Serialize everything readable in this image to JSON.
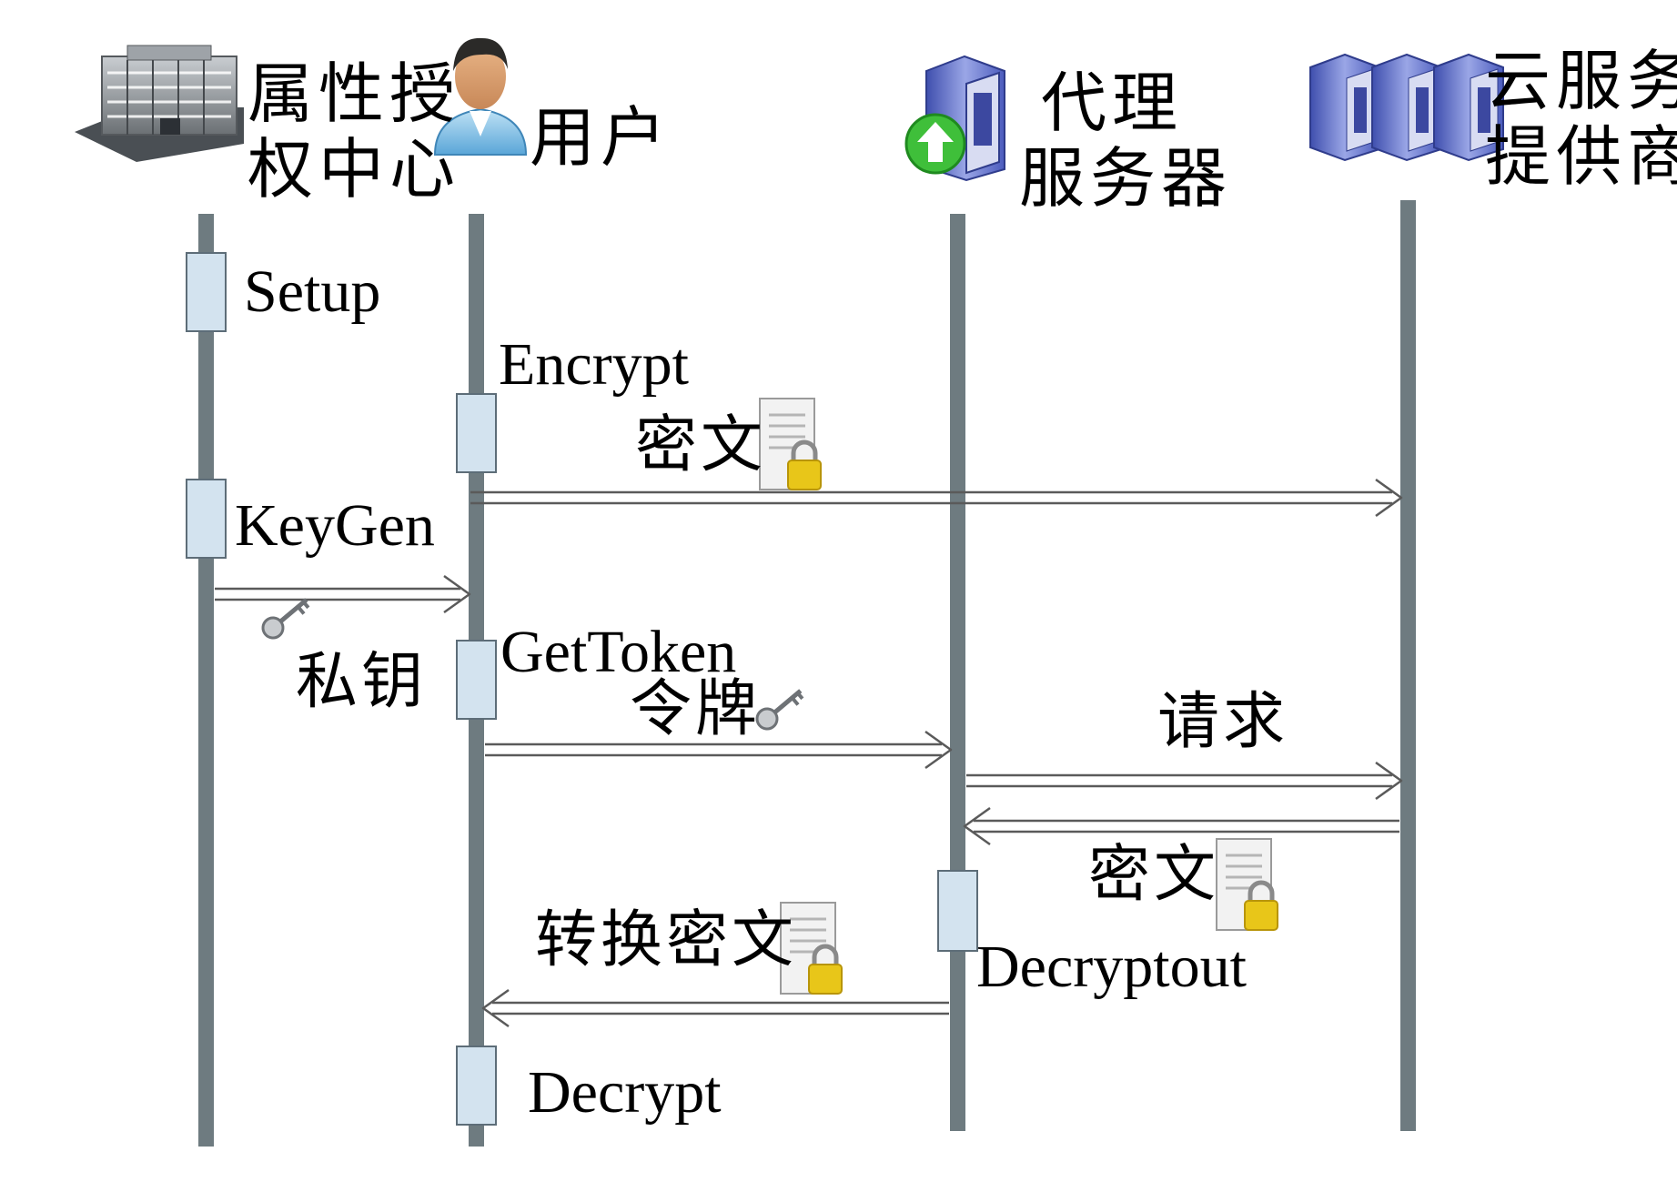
{
  "actors": {
    "authority": {
      "name_line1": "属性授",
      "name_line2": "权中心",
      "icon": "office-building-icon"
    },
    "user": {
      "name": "用户",
      "icon": "user-person-icon"
    },
    "proxy": {
      "name_line1": "代理",
      "name_line2": "服务器",
      "icon": "proxy-server-upload-icon"
    },
    "cloud": {
      "name_line1": "云服务",
      "name_line2": "提供商",
      "icon": "server-rack-icon"
    }
  },
  "steps": {
    "setup": "Setup",
    "encrypt": "Encrypt",
    "keygen": "KeyGen",
    "gettoken": "GetToken",
    "decryptout": "Decryptout",
    "decrypt": "Decrypt"
  },
  "messages": {
    "ciphertext_upload": "密文",
    "private_key": "私钥",
    "token": "令牌",
    "request": "请求",
    "ciphertext_return": "密文",
    "transformed_ciphertext": "转换密文"
  },
  "colors": {
    "lifeline": "#6e7b80",
    "activation_fill": "#d3e3ef",
    "arrow_stroke": "#5a5a5a",
    "lock": "#e8c619"
  }
}
